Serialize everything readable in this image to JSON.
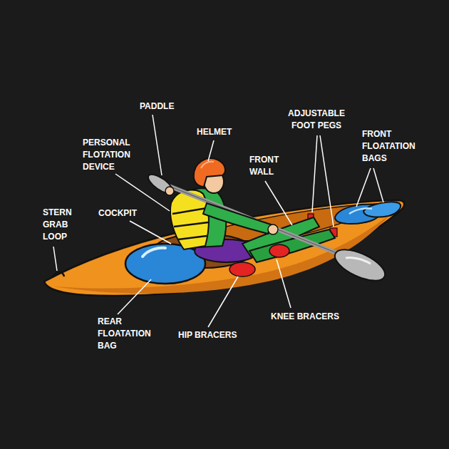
{
  "diagram": {
    "labels": [
      "PADDLE",
      "HELMET",
      "PERSONAL FLOTATION DEVICE",
      "ADJUSTABLE FOOT PEGS",
      "FRONT FLOATATION BAGS",
      "FRONT WALL",
      "STERN GRAB LOOP",
      "COCKPIT",
      "REAR FLOATATION BAG",
      "HIP BRACERS",
      "KNEE BRACERS"
    ]
  }
}
